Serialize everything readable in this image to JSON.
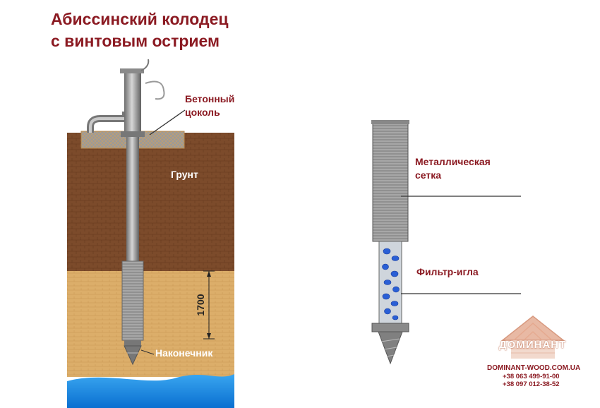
{
  "title": {
    "line1": "Абиссинский колодец",
    "line2": "с винтовым острием"
  },
  "labels": {
    "concrete_base_line1": "Бетонный",
    "concrete_base_line2": "цоколь",
    "soil": "Грунт",
    "dimension": "1700",
    "tip": "Наконечник",
    "mesh_line1": "Металлическая",
    "mesh_line2": "сетка",
    "filter_needle": "Фильтр-игла"
  },
  "logo": {
    "brand": "ДОМИНАНТ",
    "website": "DOMINANT-WOOD.COM.UA",
    "phone1": "+38 063 499-91-00",
    "phone2": "+38 097 012-38-52"
  },
  "colors": {
    "title": "#8b1a22",
    "soil_top": "#7a4a2a",
    "soil_sand": "#d9a966",
    "water": "#1e90e6",
    "concrete": "#e7c99a",
    "pipe": "#8e8e8e"
  },
  "icons": [
    "logo-house-icon"
  ]
}
